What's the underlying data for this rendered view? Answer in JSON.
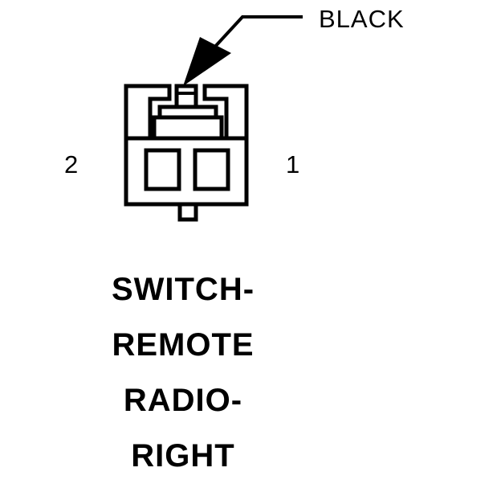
{
  "labels": {
    "wire": "BLACK",
    "pin_left": "2",
    "pin_right": "1",
    "title_lines": [
      "SWITCH-",
      "REMOTE",
      "RADIO-",
      "RIGHT"
    ]
  },
  "diagram": {
    "kind": "connector-pinout",
    "pin_count": 2,
    "colors": {
      "line": "#000000",
      "background": "#ffffff",
      "text": "#000000"
    }
  }
}
